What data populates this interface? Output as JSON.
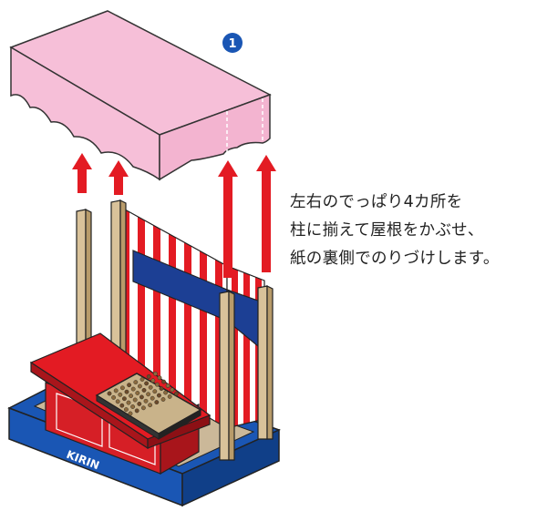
{
  "step": {
    "number": "1"
  },
  "instruction": {
    "lines": [
      "左右のでっぱり4カ所を",
      "柱に揃えて屋根をかぶせ、",
      "紙の裏側でのりづけします。"
    ]
  },
  "counter": {
    "brand": "KIRIN"
  },
  "colors": {
    "roof": "#f6bfd8",
    "roof_edge": "#333333",
    "arrow": "#e31b23",
    "post": "#d9c29a",
    "stripe_red": "#e31b23",
    "banner_blue": "#1c3f94",
    "base_blue": "#1a56b4",
    "counter_red": "#d61f26",
    "badge_blue": "#1a56b4"
  }
}
